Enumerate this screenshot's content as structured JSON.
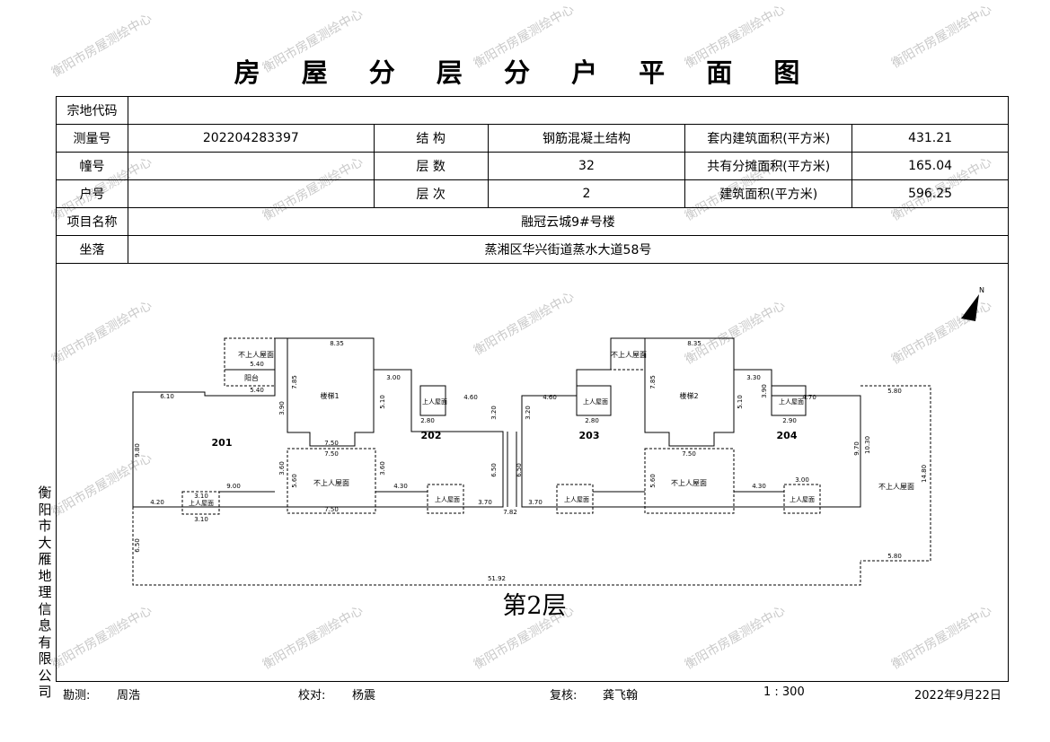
{
  "title": "房 屋 分 层 分 户 平 面 图",
  "info": {
    "parcel_code_label": "宗地代码",
    "parcel_code_value": "",
    "survey_no_label": "测量号",
    "survey_no_value": "202204283397",
    "structure_label": "结  构",
    "structure_value": "钢筋混凝土结构",
    "inner_area_label": "套内建筑面积(平方米)",
    "inner_area_value": "431.21",
    "building_no_label": "幢号",
    "building_no_value": "",
    "floors_label": "层  数",
    "floors_value": "32",
    "shared_area_label": "共有分摊面积(平方米)",
    "shared_area_value": "165.04",
    "unit_no_label": "户号",
    "unit_no_value": "",
    "floor_order_label": "层  次",
    "floor_order_value": "2",
    "build_area_label": "建筑面积(平方米)",
    "build_area_value": "596.25",
    "project_label": "项目名称",
    "project_value": "融冠云城9#号楼",
    "location_label": "坐落",
    "location_value": "蒸湘区华兴街道蒸水大道58号"
  },
  "organization": "衡阳市大雁地理信息有限公司",
  "floor_label": "第2层",
  "footer": {
    "surveyor_label": "勘测:",
    "surveyor": "周浩",
    "checker_label": "校对:",
    "checker": "杨震",
    "reviewer_label": "复核:",
    "reviewer": "龚飞翰",
    "scale": "1 : 300",
    "date": "2022年9月22日"
  },
  "watermark": "衡阳市房屋测绘中心",
  "plan": {
    "units": [
      "201",
      "202",
      "203",
      "204"
    ],
    "stair1": "楼梯1",
    "stair2": "楼梯2",
    "roof_nonaccess": "不上人屋面",
    "roof_access": "上人屋面",
    "balcony": "阳台",
    "north": "N",
    "dims": {
      "top1": "8.35",
      "top2": "8.35",
      "d540a": "5.40",
      "d540b": "5.40",
      "d610": "6.10",
      "d980": "9.80",
      "d900": "9.00",
      "d420": "4.20",
      "d310a": "3.10",
      "d310b": "3.10",
      "d750a": "7.50",
      "d750b": "7.50",
      "d750c": "7.50",
      "d750d": "7.50",
      "d360a": "3.60",
      "d360b": "3.60",
      "d560a": "5.60",
      "d560b": "5.60",
      "d785a": "7.85",
      "d785b": "7.85",
      "d390a": "3.90",
      "d390b": "3.90",
      "d300a": "3.00",
      "d300b": "3.00",
      "d510a": "5.10",
      "d510b": "5.10",
      "d460a": "4.60",
      "d460b": "4.60",
      "d320a": "3.20",
      "d320b": "3.20",
      "d650a": "6.50",
      "d650b": "6.50",
      "d430a": "4.30",
      "d430b": "4.30",
      "d370a": "3.70",
      "d370b": "3.70",
      "d782": "7.82",
      "d580a": "5.80",
      "d580b": "5.80",
      "d1030": "10.30",
      "d1480": "14.80",
      "d970": "9.70",
      "d470": "4.70",
      "d290": "2.90",
      "d280a": "2.80",
      "d280b": "2.80",
      "d330": "3.30",
      "d5192": "51.92",
      "d650c": "6.50"
    }
  }
}
